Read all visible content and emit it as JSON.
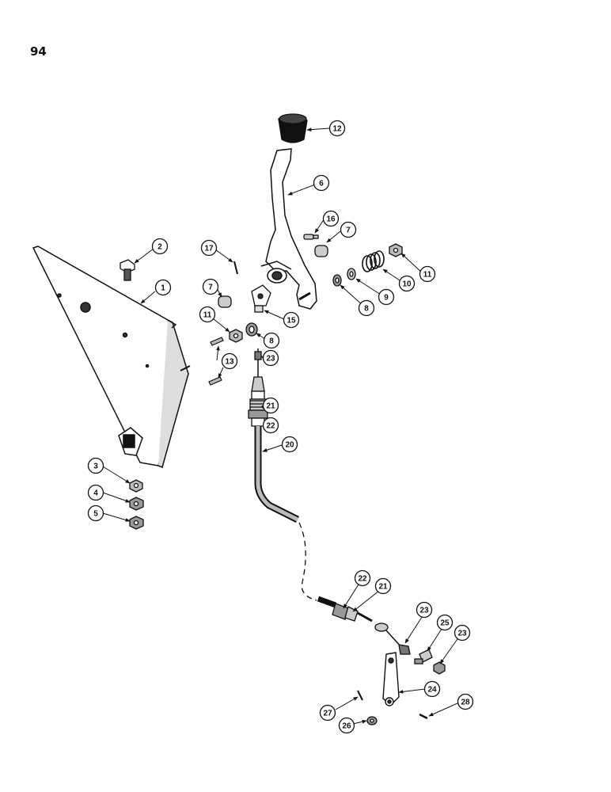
{
  "page": {
    "number": "94"
  },
  "callouts": {
    "c1": "1",
    "c2": "2",
    "c3": "3",
    "c4": "4",
    "c5": "5",
    "c6": "6",
    "c7a": "7",
    "c7b": "7",
    "c8a": "8",
    "c8b": "8",
    "c9": "9",
    "c10": "10",
    "c11a": "11",
    "c11b": "11",
    "c12": "12",
    "c13": "13",
    "c15": "15",
    "c16": "16",
    "c17": "17",
    "c20": "20",
    "c21a": "21",
    "c21b": "21",
    "c22a": "22",
    "c22b": "22",
    "c23a": "23",
    "c23b": "23",
    "c23c": "23",
    "c24": "24",
    "c25": "25",
    "c26": "26",
    "c27": "27",
    "c28": "28"
  }
}
